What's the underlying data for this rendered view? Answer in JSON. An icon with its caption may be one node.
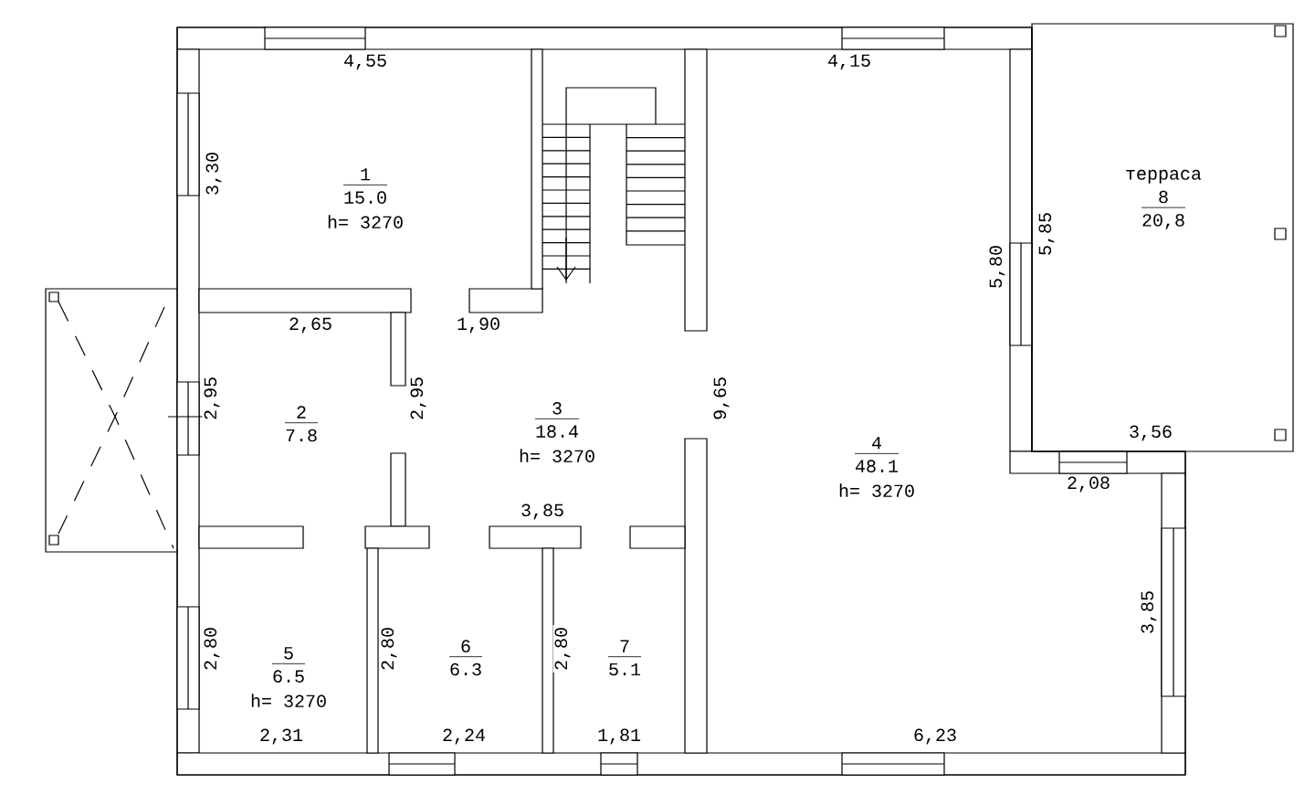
{
  "diagram": {
    "nodes": [
      {
        "text": [
          "1",
          "15.0",
          "h= 3270"
        ]
      },
      {
        "text": [
          "2",
          "7.8"
        ]
      },
      {
        "text": [
          "3",
          "18.4",
          "h= 3270"
        ]
      },
      {
        "text": [
          "4",
          "48.1",
          "h= 3270"
        ]
      },
      {
        "text": [
          "5",
          "6.5",
          "h= 3270"
        ]
      },
      {
        "text": [
          "6",
          "6.3"
        ]
      },
      {
        "text": [
          "7",
          "5.1"
        ]
      },
      {
        "text": [
          "терраса",
          "8",
          "20,8"
        ]
      }
    ],
    "labels": [
      "4,55",
      "4,15",
      "3,30",
      "5,85",
      "5,80",
      "2,65",
      "1,90",
      "2,95",
      "2,95",
      "9,65",
      "3,56",
      "2,08",
      "3,85",
      "2,80",
      "2,80",
      "2,80",
      "3,85",
      "2,31",
      "2,24",
      "1,81",
      "6,23"
    ]
  }
}
